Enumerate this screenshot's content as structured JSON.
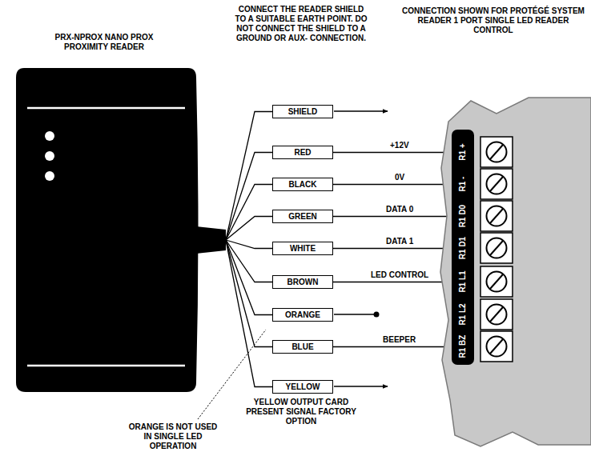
{
  "diagram": {
    "nodes": [
      {
        "text": [
          "PRX-NPROX NANO PROX PROXIMITY READER"
        ]
      },
      {
        "text": [
          "SHIELD"
        ]
      },
      {
        "text": [
          "RED"
        ]
      },
      {
        "text": [
          "BLACK"
        ]
      },
      {
        "text": [
          "GREEN"
        ]
      },
      {
        "text": [
          "WHITE"
        ]
      },
      {
        "text": [
          "BROWN"
        ]
      },
      {
        "text": [
          "ORANGE"
        ]
      },
      {
        "text": [
          "BLUE"
        ]
      },
      {
        "text": [
          "YELLOW"
        ]
      },
      {
        "text": [
          "CONNECTION SHOWN FOR PROTÉGÉ SYSTEM READER 1 PORT SINGLE LED READER CONTROL"
        ]
      },
      {
        "text": [
          "R1 +"
        ],
        "in": 10
      },
      {
        "text": [
          "R1 -"
        ],
        "in": 10
      },
      {
        "text": [
          "R1 D0"
        ],
        "in": 10
      },
      {
        "text": [
          "R1 D1"
        ],
        "in": 10
      },
      {
        "text": [
          "R1 L1"
        ],
        "in": 10
      },
      {
        "text": [
          "R1 L2"
        ],
        "in": 10
      },
      {
        "text": [
          "R1 BZ"
        ],
        "in": 10
      }
    ],
    "edges": [
      {
        "from": 0,
        "to": 1,
        "arrow": "none"
      },
      {
        "from": 0,
        "to": 2,
        "arrow": "none"
      },
      {
        "from": 0,
        "to": 3,
        "arrow": "none"
      },
      {
        "from": 0,
        "to": 4,
        "arrow": "none"
      },
      {
        "from": 0,
        "to": 5,
        "arrow": "none"
      },
      {
        "from": 0,
        "to": 6,
        "arrow": "none"
      },
      {
        "from": 0,
        "to": 7,
        "arrow": "none"
      },
      {
        "from": 0,
        "to": 8,
        "arrow": "none"
      },
      {
        "from": 0,
        "to": 9,
        "arrow": "none"
      },
      {
        "from": 2,
        "to": 11,
        "label": "+12V",
        "arrow": "to"
      },
      {
        "from": 3,
        "to": 12,
        "label": "0V",
        "arrow": "to"
      },
      {
        "from": 4,
        "to": 13,
        "label": "DATA 0",
        "arrow": "to"
      },
      {
        "from": 5,
        "to": 14,
        "label": "DATA 1",
        "arrow": "to"
      },
      {
        "from": 6,
        "to": 15,
        "label": "LED CONTROL",
        "arrow": "to"
      },
      {
        "from": 8,
        "to": 17,
        "label": "BEEPER",
        "arrow": "to"
      }
    ],
    "labels": [
      "CONNECT THE READER SHIELD TO A SUITABLE EARTH POINT. DO NOT CONNECT THE SHIELD TO A GROUND OR AUX- CONNECTION.",
      "YELLOW OUTPUT CARD PRESENT SIGNAL FACTORY OPTION",
      "ORANGE IS NOT USED IN SINGLE LED OPERATION"
    ]
  }
}
